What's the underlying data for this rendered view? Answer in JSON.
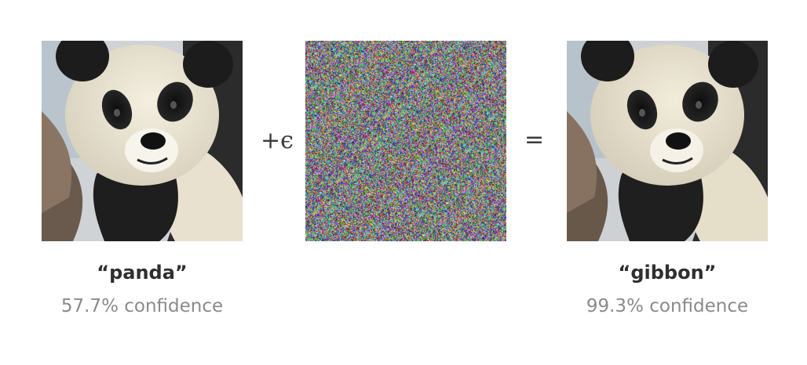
{
  "left": {
    "label": "“panda”",
    "confidence": "57.7% confidence",
    "image": "panda-photo"
  },
  "middle": {
    "operator_plus": "+ϵ",
    "image": "adversarial-noise"
  },
  "equals": "=",
  "right": {
    "label": "“gibbon”",
    "confidence": "99.3% confidence",
    "image": "panda-photo-perturbed"
  },
  "colors": {
    "text_dark": "#2f2f2f",
    "text_muted": "#8a8a8a"
  }
}
